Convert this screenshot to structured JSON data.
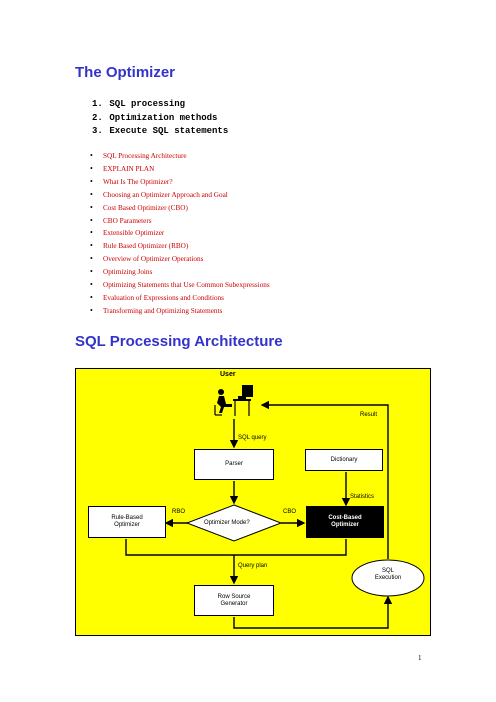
{
  "page": {
    "title": "The Optimizer",
    "numbered": [
      {
        "num": "1.",
        "text": "SQL processing"
      },
      {
        "num": "2.",
        "text": "Optimization methods"
      },
      {
        "num": "3.",
        "text": "Execute SQL statements"
      }
    ],
    "bullets": [
      "SQL Processing Architecture",
      "EXPLAIN PLAN",
      "What Is The Optimizer?",
      "Choosing an Optimizer Approach and Goal",
      "Cost Based Optimizer (CBO)",
      "CBO Parameters",
      "Extensible Optimizer",
      "Rule Based Optimizer (RBO)",
      "Overview of Optimizer Operations",
      "Optimizing Joins",
      "Optimizing Statements that Use Common Subexpressions",
      "Evaluation of Expressions and Conditions",
      "Transforming and Optimizing Statements"
    ],
    "section_title": "SQL Processing Architecture",
    "page_number": "1"
  },
  "diagram": {
    "user": "User",
    "result": "Result",
    "sql_query": "SQL query",
    "parser": "Parser",
    "dictionary": "Dictionary",
    "statistics": "Statistics",
    "rbo": "RBO",
    "cbo": "CBO",
    "optimizer_mode": "Optimizer Mode?",
    "rule_based": "Rule-Based Optimizer",
    "cost_based": "Cost-Based Optimizer",
    "query_plan": "Query plan",
    "row_source": "Row Source Generator",
    "sql_execution": "SQL Execution",
    "colors": {
      "background": "#ffff00",
      "heading": "#3333cc",
      "bullet_text": "#cc0000"
    }
  }
}
